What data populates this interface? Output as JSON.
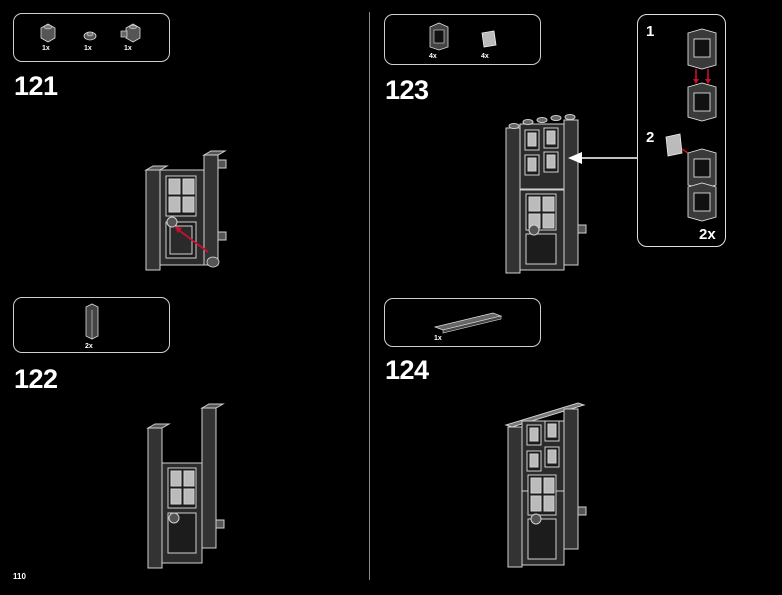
{
  "page": {
    "number": "110"
  },
  "steps": [
    {
      "number": "121",
      "parts": [
        "1x",
        "1x",
        "1x"
      ]
    },
    {
      "number": "122",
      "parts": [
        "2x"
      ]
    },
    {
      "number": "123",
      "parts": [
        "4x",
        "4x"
      ],
      "callout": {
        "substeps": [
          "1",
          "2"
        ],
        "multiplier": "2x"
      }
    },
    {
      "number": "124",
      "parts": [
        "1x"
      ]
    }
  ],
  "colors": {
    "background": "#000000",
    "brick": "#3a3a3a",
    "arrow": "#c8102e",
    "outline": "#cfcfcf"
  }
}
